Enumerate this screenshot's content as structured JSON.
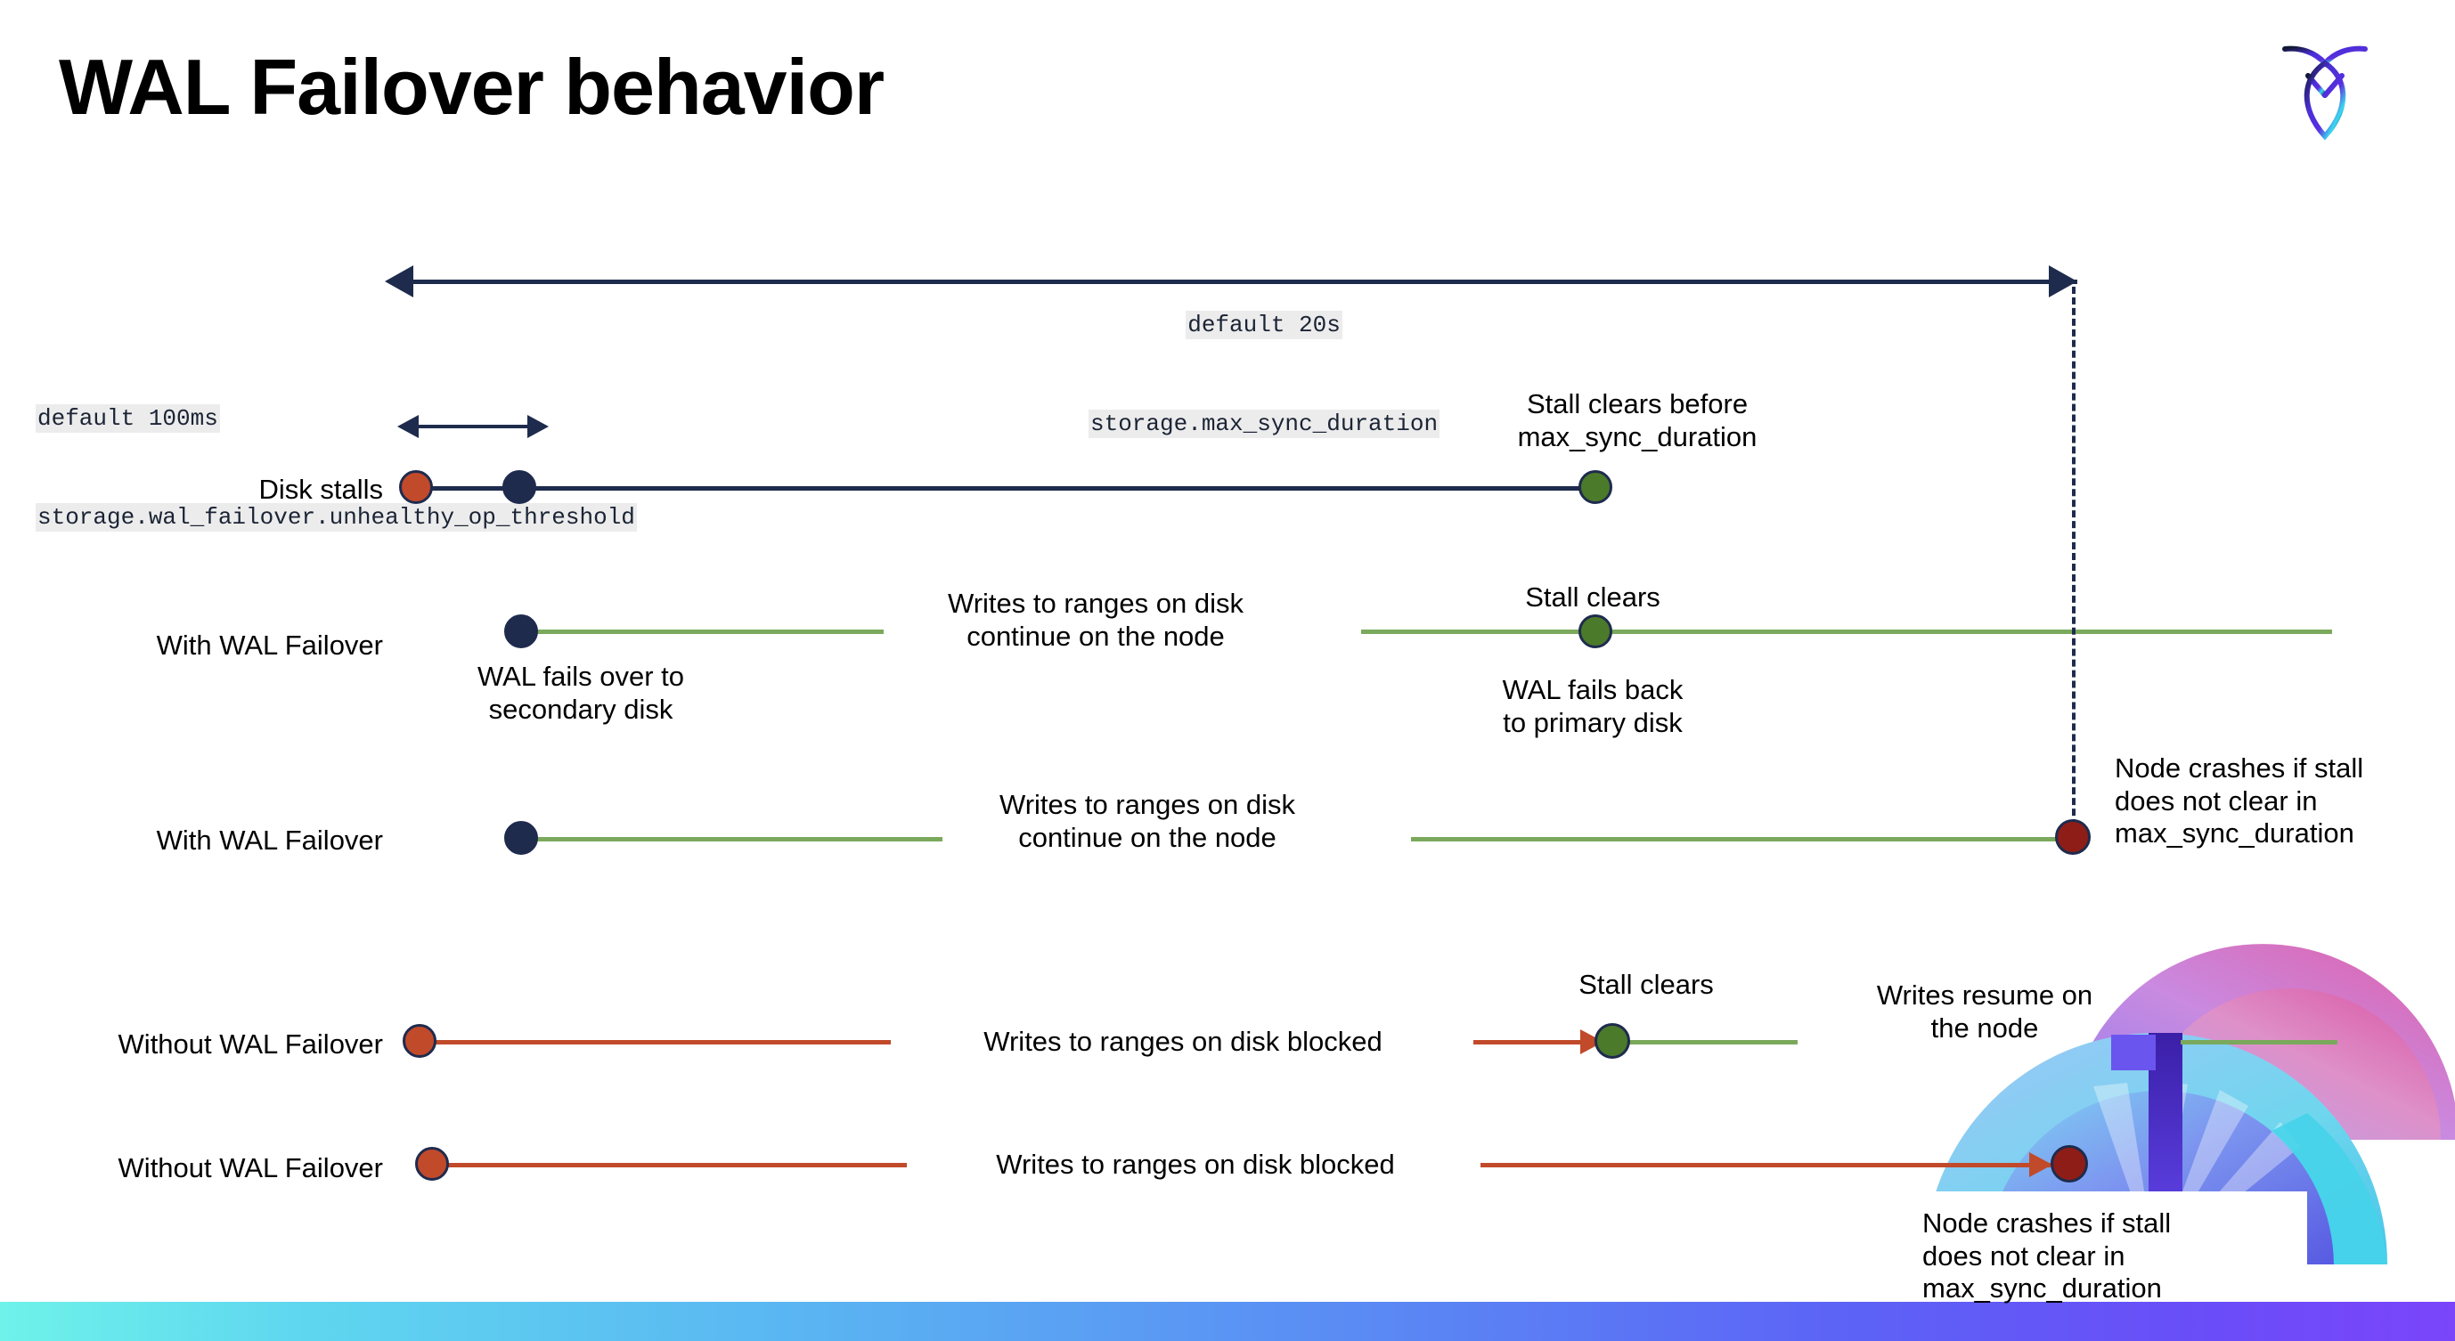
{
  "slide": {
    "title": "WAL Failover behavior",
    "logo": {
      "name": "cockroachdb-logo",
      "alt": "CockroachDB logo"
    }
  },
  "annotations": {
    "max_sync": {
      "line1": "default 20s",
      "line2": "storage.max_sync_duration"
    },
    "unhealthy_threshold": {
      "line1": "default 100ms",
      "line2": "storage.wal_failover.unhealthy_op_threshold"
    }
  },
  "rows": [
    {
      "id": "disk-stalls",
      "label": "Disk stalls",
      "note": "Stall clears before\nmax_sync_duration"
    },
    {
      "id": "with-wal-failover-1",
      "label": "With WAL Failover",
      "note_start": "WAL fails over to\nsecondary disk",
      "note_mid": "Writes to ranges on disk\ncontinue on the node",
      "note_clear": "Stall clears",
      "note_end": "WAL fails  back\nto primary disk"
    },
    {
      "id": "with-wal-failover-2",
      "label": "With WAL Failover",
      "note_mid": "Writes to ranges on disk\ncontinue on the node",
      "note_crash": "Node crashes if stall\ndoes not clear in\nmax_sync_duration"
    },
    {
      "id": "without-wal-failover-1",
      "label": "Without WAL Failover",
      "note_mid": "Writes to ranges on disk  blocked",
      "note_clear": "Stall clears",
      "note_resume": "Writes resume on\nthe node"
    },
    {
      "id": "without-wal-failover-2",
      "label": "Without WAL Failover",
      "note_mid": "Writes to ranges on disk  blocked",
      "note_crash": "Node crashes if stall\ndoes not clear in\nmax_sync_duration"
    }
  ],
  "colors": {
    "navy": "#1e2b4d",
    "green_line": "#7aa95c",
    "red_line": "#c14a2b",
    "dot_red": "#c14a2b",
    "dot_green": "#4b7a2b",
    "dot_darkred": "#8f1d17",
    "code_bg": "#ececec",
    "bar_gradient_start": "#6ef2ea",
    "bar_gradient_end": "#7b45fa"
  }
}
